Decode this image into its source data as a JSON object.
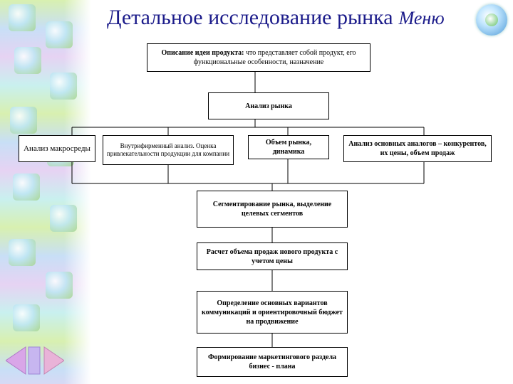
{
  "title": {
    "main": "Детальное исследование рынка",
    "menu": "Меню"
  },
  "boxes": {
    "idea": {
      "label": "Описание идеи продукта:",
      "text": " что представляет собой продукт, его функциональные особенности, назначение"
    },
    "market_analysis": "Анализ рынка",
    "macro": "Анализ макросреды",
    "intrafirm": "Внутрифирменный анализ. Оценка привлекательности продукции для компании",
    "volume": "Объем рынка, динамика",
    "competitors": "Анализ основных аналогов – конкурентов, их цены, объем продаж",
    "segmentation": "Сегментирование рынка, выделение целевых сегментов",
    "sales_calc": "Расчет объема продаж нового продукта с учетом цены",
    "communication": "Определение основных вариантов коммуникаций и ориентировочный бюджет на продвижение",
    "marketing_plan": "Формирование маркетингового раздела бизнес - плана"
  },
  "icons": {
    "menu": "menu-orb-icon",
    "prev": "back-arrow-icon",
    "next": "forward-arrow-icon"
  },
  "colors": {
    "title": "#1b1b8a",
    "line": "#000000"
  }
}
